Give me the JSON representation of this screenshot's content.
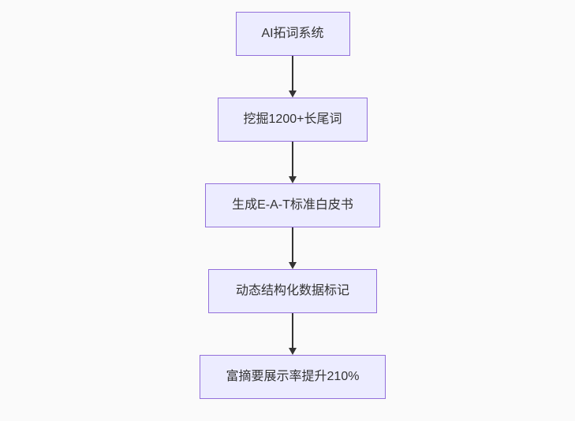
{
  "diagram": {
    "type": "flowchart",
    "direction": "top-down",
    "background_color": "#fafafa",
    "node_fill_color": "#ECECFF",
    "node_border_color": "#9370DB",
    "node_text_color": "#333333",
    "arrow_color": "#333333",
    "nodes": [
      {
        "id": "A",
        "label": "AI拓词系统"
      },
      {
        "id": "B",
        "label": "挖掘1200+长尾词"
      },
      {
        "id": "C",
        "label": "生成E-A-T标准白皮书"
      },
      {
        "id": "D",
        "label": "动态结构化数据标记"
      },
      {
        "id": "E",
        "label": "富摘要展示率提升210%"
      }
    ],
    "edges": [
      {
        "from": "AI拓词系统",
        "to": "挖掘1200+长尾词"
      },
      {
        "from": "挖掘1200+长尾词",
        "to": "生成E-A-T标准白皮书"
      },
      {
        "from": "生成E-A-T标准白皮书",
        "to": "动态结构化数据标记"
      },
      {
        "from": "动态结构化数据标记",
        "to": "富摘要展示率提升210%"
      }
    ]
  }
}
